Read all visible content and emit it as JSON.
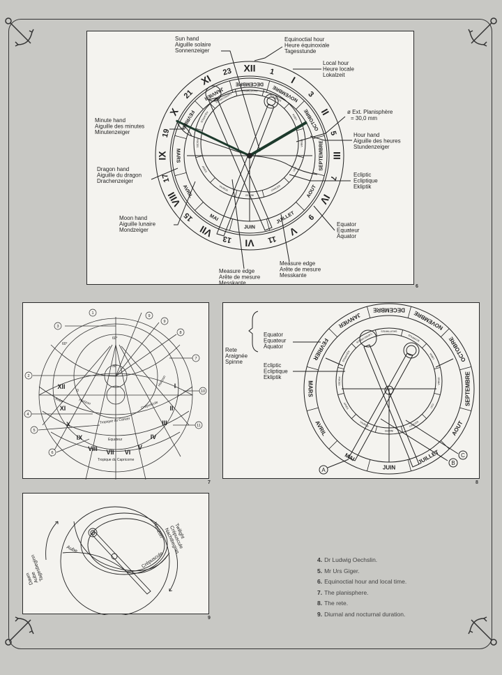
{
  "fig6": {
    "number": "6",
    "labels": {
      "sun_hand": [
        "Sun hand",
        "Aiguille solaire",
        "Sonnenzeiger"
      ],
      "equinoctial_hour": [
        "Equinoctial hour",
        "Heure équinoxiale",
        "Tagesstunde"
      ],
      "local_hour": [
        "Local hour",
        "Heure locale",
        "Lokalzeit"
      ],
      "planisphere": [
        "ø Ext. Planisphère",
        "= 30,0 mm"
      ],
      "hour_hand": [
        "Hour hand",
        "Aiguille des heures",
        "Stundenzeiger"
      ],
      "ecliptic": [
        "Ecliptic",
        "Ecliptique",
        "Ekliptik"
      ],
      "equator": [
        "Equator",
        "Equateur",
        "Äquator"
      ],
      "measure_edge_right": [
        "Measure edge",
        "Arête de mesure",
        "Messkante"
      ],
      "measure_edge_left": [
        "Measure edge",
        "Arête de mesure",
        "Messkante"
      ],
      "moon_hand": [
        "Moon hand",
        "Aiguille lunaire",
        "Mondzeiger"
      ],
      "dragon_hand": [
        "Dragon hand",
        "Aiguille du dragon",
        "Drachenzeiger"
      ],
      "minute_hand": [
        "Minute hand",
        "Aiguille des minutes",
        "Minutenzeiger"
      ]
    },
    "hour_ring": [
      "XII",
      "1",
      "I",
      "3",
      "II",
      "5",
      "III",
      "7",
      "IV",
      "9",
      "V",
      "11",
      "VI",
      "13",
      "VII",
      "15",
      "VIII",
      "17",
      "IX",
      "19",
      "X",
      "21",
      "XI",
      "23"
    ],
    "months": [
      "DECEMBRE",
      "NOVEMBRE",
      "OCTOBRE",
      "SEPTEMBRE",
      "AOUT",
      "JUILLET",
      "JUIN",
      "MAI",
      "AVRIL",
      "MARS",
      "FEVRIER",
      "JANVIER"
    ],
    "zodiac": [
      "SAGITTARIUS",
      "SCORPIUS",
      "LIBRA",
      "VIRGO",
      "LEO",
      "CANCER",
      "GEMINI",
      "TAURUS",
      "ARIES",
      "PISCES",
      "AQUARIUS",
      "CAPRICORNUS"
    ]
  },
  "fig7": {
    "number": "7",
    "romans": [
      "XII",
      "I",
      "XI",
      "II",
      "X",
      "III",
      "IX",
      "IV",
      "VIII",
      "VII",
      "VI",
      "V"
    ],
    "callouts": [
      "1",
      "3",
      "9",
      "9",
      "8",
      "7",
      "2",
      "10",
      "4",
      "11",
      "5",
      "6"
    ],
    "texts": {
      "deg60": "60°",
      "deg30": "30°",
      "deg0": "0",
      "horizon_left": "Horizon",
      "horizon_right": "Horizon",
      "aube": "Aube",
      "crepuscule": "Crépuscule",
      "cancer": "Tropique du Cancer",
      "equateur": "Equateur",
      "capricorne": "Tropique du Capricorne"
    }
  },
  "fig8": {
    "number": "8",
    "rete": [
      "Rete",
      "Araignée",
      "Spinne"
    ],
    "equator": [
      "Equator",
      "Equateur",
      "Äquator"
    ],
    "ecliptic": [
      "Ecliptic",
      "Ecliptique",
      "Ekliptik"
    ],
    "markers": [
      "A",
      "B",
      "C"
    ]
  },
  "fig9": {
    "number": "9",
    "twilight": [
      "Twilight",
      "Crépuscule",
      "Nachtbeginn"
    ],
    "dawn": [
      "Dawn",
      "Aube",
      "Tagesbeginn"
    ],
    "horizon": "Horizon",
    "aube": "Aube",
    "crepuscule": "Crépuscule"
  },
  "captions": [
    {
      "num": "4.",
      "text": "Dr Ludwig Oechslin."
    },
    {
      "num": "5.",
      "text": "Mr Urs Giger."
    },
    {
      "num": "6.",
      "text": "Equinoctial hour and local time."
    },
    {
      "num": "7.",
      "text": "The planisphere."
    },
    {
      "num": "8.",
      "text": "The rete."
    },
    {
      "num": "9.",
      "text": "Diurnal and nocturnal duration."
    }
  ]
}
